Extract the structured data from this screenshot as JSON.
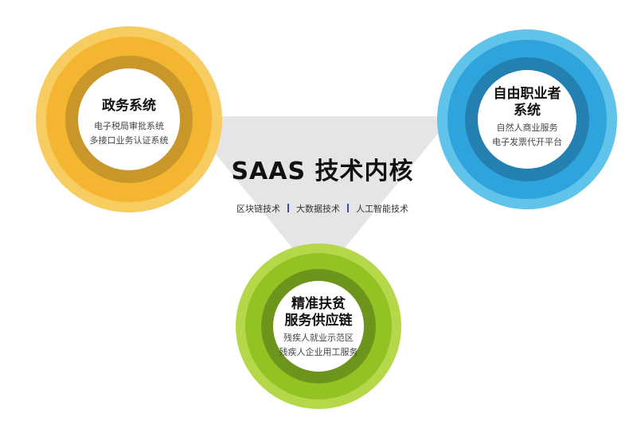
{
  "core": {
    "title": "SAAS 技术内核",
    "technologies": [
      "区块链技术",
      "大数据技术",
      "人工智能技术"
    ]
  },
  "circles": [
    {
      "title": "政务系统",
      "lines": [
        "电子税局审批系统",
        "多接口业务认证系统"
      ],
      "colors": [
        "#f7cd62",
        "#f4b630",
        "#c9962a",
        "#ffffff"
      ]
    },
    {
      "title_line1": "自由职业者",
      "title_line2": "系统",
      "lines": [
        "自然人商业服务",
        "电子发票代开平台"
      ],
      "colors": [
        "#5fc3ea",
        "#2fa3dc",
        "#2580b2",
        "#ffffff"
      ]
    },
    {
      "title_line1": "精准扶贫",
      "title_line2": "服务供应链",
      "lines": [
        "残疾人就业示范区",
        "残疾人企业用工服务"
      ],
      "colors": [
        "#b5d84a",
        "#92c322",
        "#6d951c",
        "#ffffff"
      ]
    }
  ],
  "colors": {
    "triangle": "#e5e5e8",
    "separator": "#3a4fa0"
  }
}
